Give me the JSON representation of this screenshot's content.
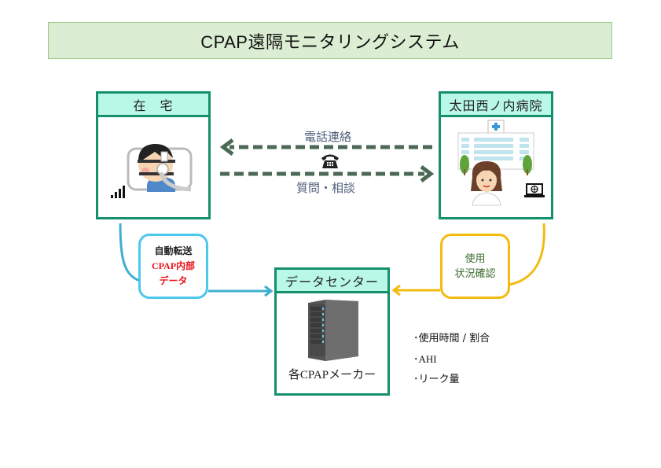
{
  "title": "CPAP遠隔モニタリングシステム",
  "home": {
    "label": "在　宅",
    "icons": [
      "cpap-patient-illustration",
      "signal-strength-icon"
    ]
  },
  "hospital": {
    "label": "太田西ノ内病院",
    "icons": [
      "hospital-building-illustration",
      "doctor-illustration",
      "laptop-globe-icon"
    ]
  },
  "phone_link": {
    "top_label": "電話連絡",
    "bottom_label": "質問・相談",
    "icon": "telephone-icon"
  },
  "auto_transfer": {
    "line1": "自動転送",
    "line2": "CPAP内部",
    "line3": "データ"
  },
  "usage_check": {
    "line1": "使用",
    "line2": "状況確認"
  },
  "data_center": {
    "label": "データセンター",
    "maker": "各CPAPメーカー",
    "icon": "server-tower-illustration"
  },
  "metrics": [
    "･使用時間 / 割合",
    "･AHI",
    "･リーク量"
  ],
  "colors": {
    "box_border": "#15906c",
    "box_header": "#b9f7e6",
    "title_bg": "#dbeed3",
    "phone_arrow": "#4a6a55",
    "auto_arrow": "#3faed0",
    "usage_arrow": "#f3bb10",
    "red_text": "#e8141b"
  }
}
